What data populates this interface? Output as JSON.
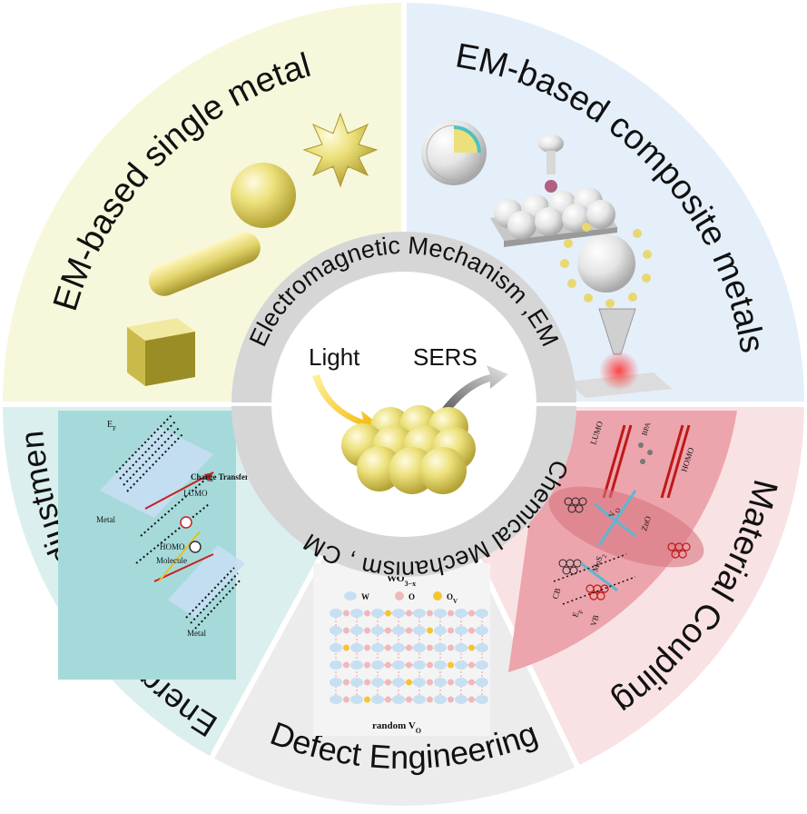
{
  "outer_ring": {
    "top_left": "EM-based  single  metal",
    "top_right": "EM-based composite metals",
    "right": "Material    Coupling",
    "bottom": "Defect  Engineering",
    "left": "Energy Level Adjustment"
  },
  "inner_ring": {
    "top": "Electromagnetic  Mechanism ,EM",
    "bottom": "Chemical  Mechanism , CM"
  },
  "center": {
    "light_label": "Light",
    "sers_label": "SERS"
  },
  "energy_panel": {
    "ef": "E",
    "ef_sub": "F",
    "charge_transfer": "Charge Transfer",
    "lumo": "LUMO",
    "homo": "HOMO",
    "molecule": "Molecule",
    "metal_top": "Metal",
    "metal_bottom": "Metal"
  },
  "defect_panel": {
    "title": "WO",
    "title_sub": "3−x",
    "legend_w": "W",
    "legend_o": "O",
    "legend_ov": "O",
    "legend_ov_sub": "V",
    "caption": "random  V",
    "caption_sub": "O"
  },
  "material_panel": {
    "lumo": "LUMO",
    "bpa": "BPA",
    "homo": "HOMO",
    "vo": "V",
    "vo_sub": "O",
    "zno": "ZnO",
    "mos2": "MoS",
    "mos2_sub": "2",
    "cb": "CB",
    "ef": "E",
    "ef_sub": "F",
    "vb": "VB"
  },
  "colors": {
    "quad_top_left": "#f7f7dc",
    "quad_top_right": "#e5effa",
    "quad_right": "#f9e2e4",
    "quad_bottom": "#ececec",
    "quad_left": "#dcefef",
    "inner_ring": "#d6d6d6",
    "gold": "#e8d870",
    "panel_teal": "#a6dada",
    "panel_pink": "#eca5ad"
  }
}
